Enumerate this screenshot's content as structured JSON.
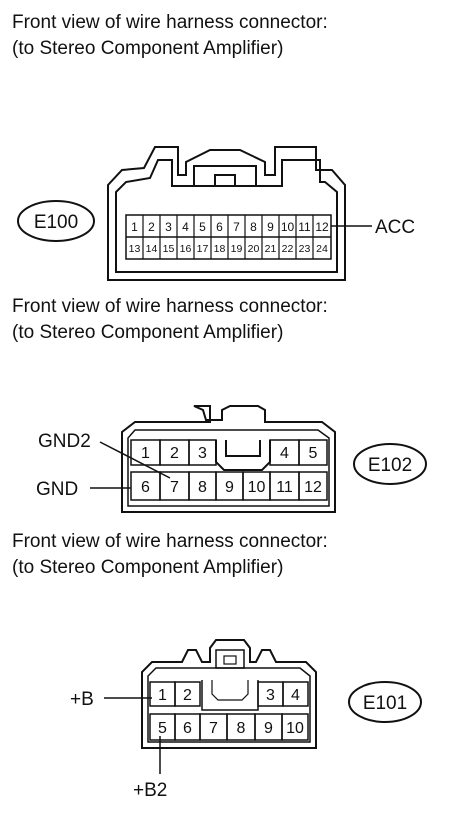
{
  "sections": [
    {
      "caption_line1": "Front view of wire harness connector:",
      "caption_line2": "(to Stereo Component Amplifier)",
      "connector_id": "E100",
      "pins": [
        "1",
        "2",
        "3",
        "4",
        "5",
        "6",
        "7",
        "8",
        "9",
        "10",
        "11",
        "12",
        "13",
        "14",
        "15",
        "16",
        "17",
        "18",
        "19",
        "20",
        "21",
        "22",
        "23",
        "24"
      ],
      "labels": {
        "pin12": "ACC"
      }
    },
    {
      "caption_line1": "Front view of wire harness connector:",
      "caption_line2": "(to Stereo Component Amplifier)",
      "connector_id": "E102",
      "pins": [
        "1",
        "2",
        "3",
        "4",
        "5",
        "6",
        "7",
        "8",
        "9",
        "10",
        "11",
        "12"
      ],
      "labels": {
        "pin7": "GND2",
        "pin6": "GND"
      }
    },
    {
      "caption_line1": "Front view of wire harness connector:",
      "caption_line2": "(to Stereo Component Amplifier)",
      "connector_id": "E101",
      "pins": [
        "1",
        "2",
        "3",
        "4",
        "5",
        "6",
        "7",
        "8",
        "9",
        "10"
      ],
      "labels": {
        "pin1": "+B",
        "pin5": "+B2"
      }
    }
  ]
}
